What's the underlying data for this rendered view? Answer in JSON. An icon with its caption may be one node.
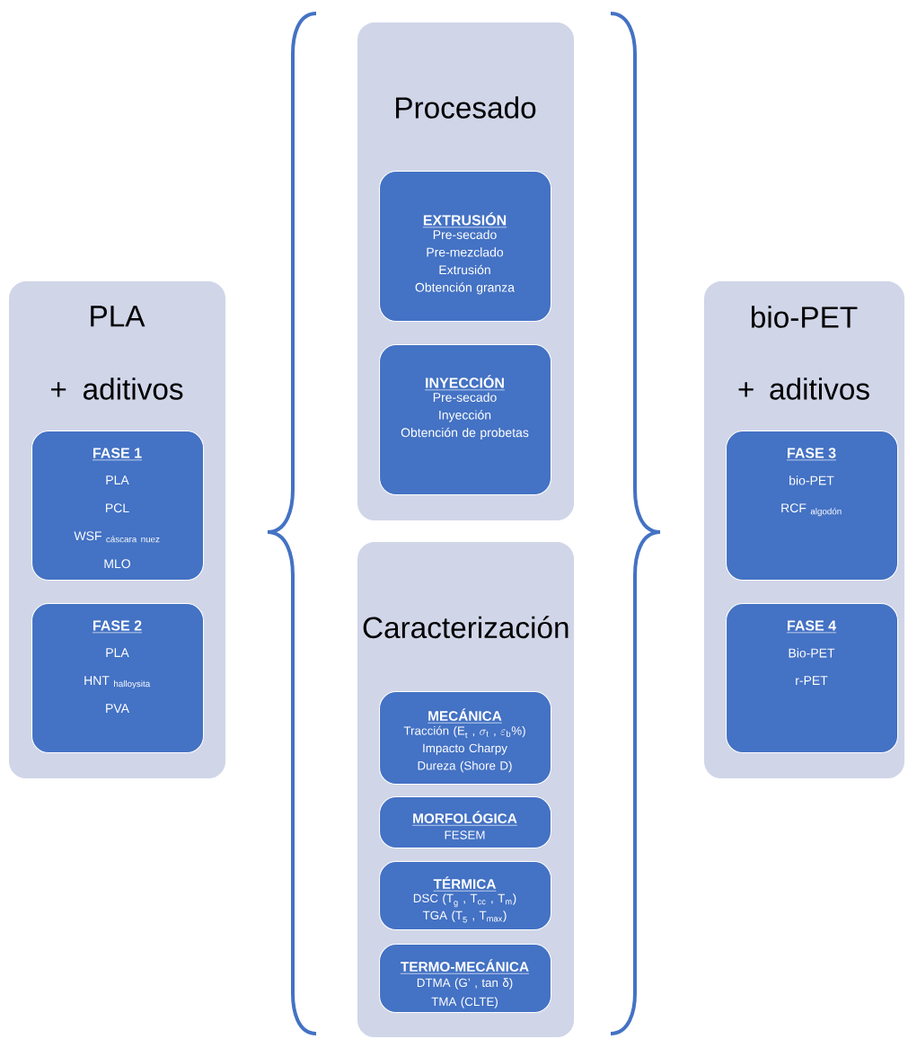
{
  "diagram": {
    "nodes": [
      {
        "text": [
          "PLA",
          "+ aditivos"
        ]
      },
      {
        "text": [
          "FASE 1",
          "PLA",
          "PCL",
          "\\text{WSF }_{\\text{cáscara nuez}}",
          "MLO"
        ],
        "in": 0
      },
      {
        "text": [
          "FASE 2",
          "PLA",
          "\\text{HNT }_{\\text{halloysita}}",
          "PVA"
        ],
        "in": 0
      },
      {
        "text": [
          "Procesado"
        ]
      },
      {
        "text": [
          "EXTRUSIÓN",
          "Pre-secado",
          "Pre-mezclado",
          "Extrusión",
          "Obtención granza"
        ],
        "in": 3
      },
      {
        "text": [
          "INYECCIÓN",
          "Pre-secado",
          "Inyección",
          "Obtención de probetas"
        ],
        "in": 3
      },
      {
        "text": [
          "Caracterización"
        ]
      },
      {
        "text": [
          "MECÁNICA",
          "\\text{Tracción (E}_{\\text{t}}\\text{ , }\\sigma_{\\text{t}}\\text{ , }\\varepsilon_{\\text{b}}\\text{\\%)}",
          "Impacto Charpy",
          "Dureza (Shore D)"
        ],
        "in": 6
      },
      {
        "text": [
          "MORFOLÓGICA",
          "FESEM"
        ],
        "in": 6
      },
      {
        "text": [
          "TÉRMICA",
          "\\text{DSC (T}_{\\text{g}}\\text{ , T}_{\\text{cc}}\\text{ , T}_{\\text{m}}\\text{)}",
          "\\text{TGA (T}_{\\text{5}}\\text{ , T}_{\\text{max}}\\text{)}"
        ],
        "in": 6
      },
      {
        "text": [
          "TERMO-MECÁNICA",
          "DTMA (G’ , tan δ)",
          "TMA (CLTE)"
        ],
        "in": 6
      },
      {
        "text": [
          "bio-PET",
          "+ aditivos"
        ]
      },
      {
        "text": [
          "FASE 3",
          "bio-PET",
          "\\text{RCF }_{\\text{algodón}}"
        ],
        "in": 11
      },
      {
        "text": [
          "FASE 4",
          "Bio-PET",
          "r-PET"
        ],
        "in": 11
      }
    ]
  }
}
